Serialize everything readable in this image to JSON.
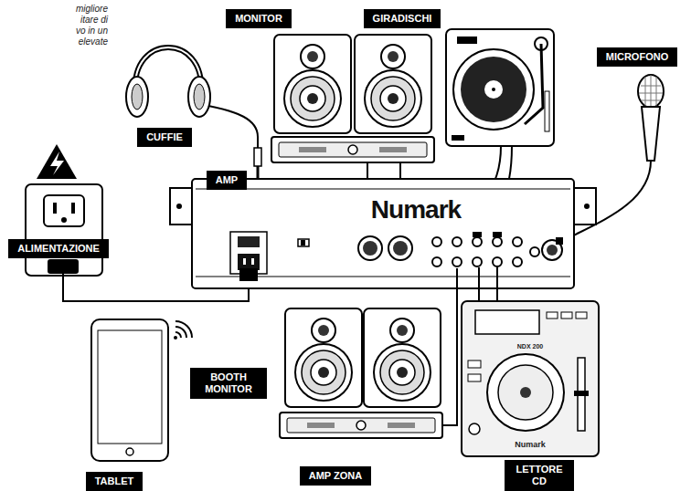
{
  "diagram": {
    "nodes": [
      {
        "text": [
          "MONITOR"
        ]
      },
      {
        "text": [
          "GIRADISCHI"
        ]
      },
      {
        "text": [
          "MICROFONO"
        ]
      },
      {
        "text": [
          "CUFFIE"
        ]
      },
      {
        "text": [
          "AMP"
        ]
      },
      {
        "text": [
          "ALIMENTAZIONE"
        ]
      },
      {
        "text": [
          "BOOTH MONITOR"
        ]
      },
      {
        "text": [
          "TABLET"
        ]
      },
      {
        "text": [
          "AMP ZONA"
        ]
      },
      {
        "text": [
          "LETTORE CD"
        ]
      }
    ],
    "labels": [
      "migliore itare di vo in un elevate",
      "Numark",
      "NDX 200",
      "Numark"
    ]
  }
}
